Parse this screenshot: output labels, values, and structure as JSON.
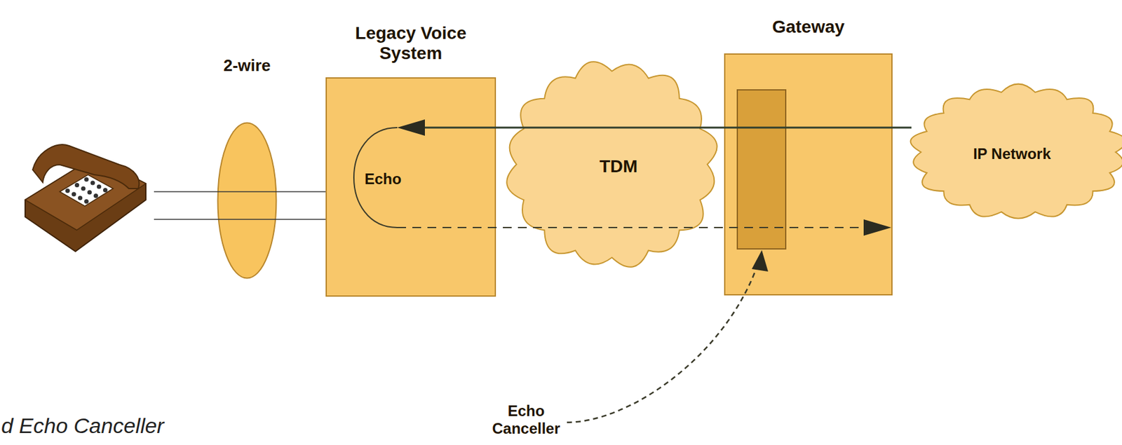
{
  "diagram": {
    "caption": "d Echo Canceller",
    "nodes": [
      {
        "text": [
          "2-wire"
        ]
      },
      {
        "text": [
          "Legacy Voice System",
          "Echo"
        ]
      },
      {
        "text": [
          "TDM"
        ]
      },
      {
        "text": [
          "Gateway"
        ]
      },
      {
        "text": [
          "IP Network"
        ]
      }
    ],
    "edges": [
      {
        "from": 4,
        "to": 1,
        "arrow": "to"
      },
      {
        "from": 1,
        "to": 4,
        "arrow": "to"
      }
    ],
    "labels": [
      "Echo Canceller"
    ]
  }
}
